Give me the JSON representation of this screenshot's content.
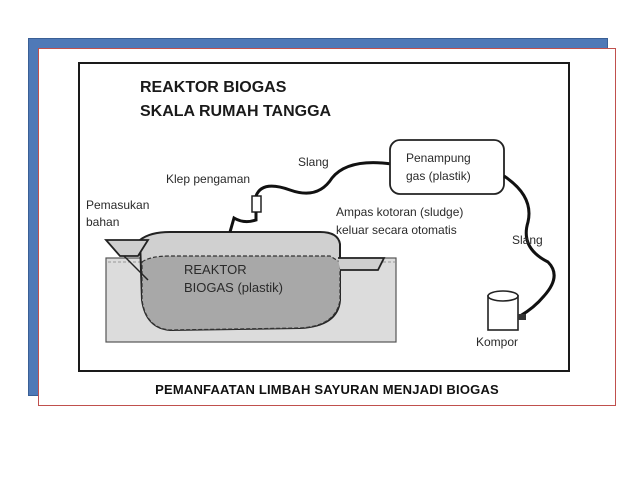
{
  "diagram": {
    "title_line1": "REAKTOR BIOGAS",
    "title_line2": "SKALA RUMAH TANGGA",
    "labels": {
      "klep": "Klep pengaman",
      "slang_top": "Slang",
      "penampung_line1": "Penampung",
      "penampung_line2": "gas (plastik)",
      "pemasukan_line1": "Pemasukan",
      "pemasukan_line2": "bahan",
      "ampas_line1": "Ampas kotoran (sludge)",
      "ampas_line2": "keluar secara otomatis",
      "slang_right": "Slang",
      "reaktor_line1": "REAKTOR",
      "reaktor_line2": "BIOGAS (plastik)",
      "kompor": "Kompor"
    }
  },
  "caption": "PEMANFAATAN LIMBAH SAYURAN MENJADI BIOGAS"
}
